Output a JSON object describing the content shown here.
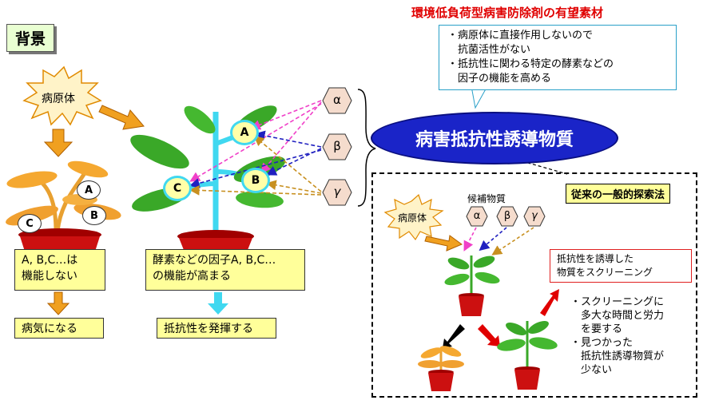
{
  "background_label": "背景",
  "pathogen": "病原体",
  "pathogen_small": "病原体",
  "enzymes": {
    "a": "A",
    "b": "B",
    "c": "C"
  },
  "left_plant": {
    "box": [
      "A, B,C…は",
      "機能しない"
    ],
    "result": "病気になる"
  },
  "middle_plant": {
    "box": [
      "酵素などの因子A, B,C…",
      "の機能が高まる"
    ],
    "result": "抵抗性を発揮する"
  },
  "greek": {
    "alpha": "α",
    "beta": "β",
    "gamma": "γ"
  },
  "inducer": "病害抵抗性誘導物質",
  "top_title": "環境低負荷型病害防除剤の有望素材",
  "top_notes": [
    "・病原体に直接作用しないので",
    "　抗菌活性がない",
    "・抵抗性に関わる特定の酵素などの",
    "　因子の機能を高める"
  ],
  "conventional": {
    "title": "従来の一般的探索法",
    "candidates_label": "候補物質",
    "screening_box": [
      "抵抗性を誘導した",
      "物質をスクリーニング"
    ],
    "bullets": [
      "・スクリーニングに",
      "　多大な時間と労力",
      "　を要する",
      "・見つかった",
      "　抵抗性誘導物質が",
      "　少ない"
    ]
  },
  "colors": {
    "accent_red": "#e00000",
    "ellipse_blue": "#1a24c8",
    "note_green": "#e9ffd2",
    "yellow_box": "#ffff9a",
    "arrow_orange": "#f0a020",
    "arrow_cyan": "#40d8f0",
    "arrow_pink": "#f040c8",
    "arrow_blue": "#2020c0",
    "arrow_gold": "#c89020"
  }
}
